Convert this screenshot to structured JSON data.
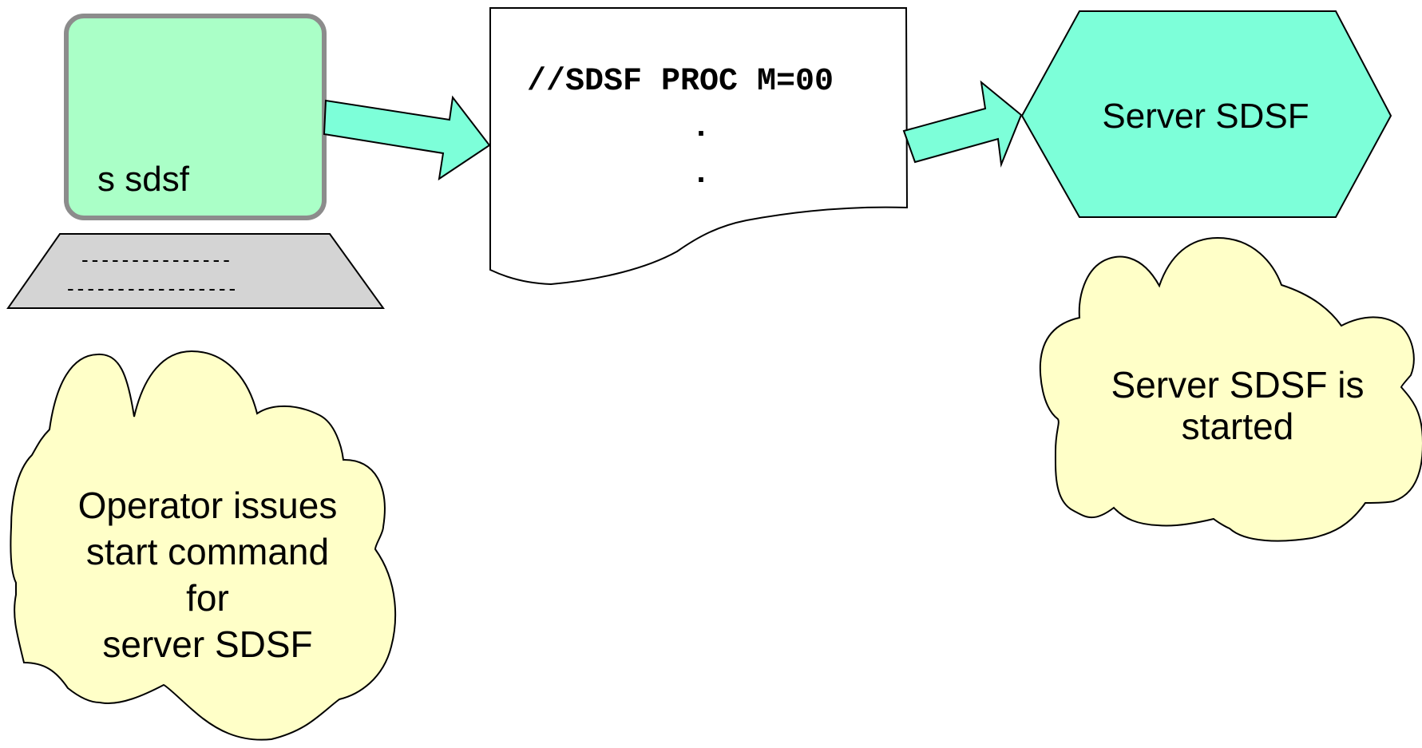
{
  "terminal": {
    "command": "s sdsf",
    "keyboard_row_1": "---------------",
    "keyboard_row_2": "-----------------"
  },
  "proc": {
    "line": "//SDSF PROC M=00",
    "dot_1": ".",
    "dot_2": "."
  },
  "server": {
    "label": "Server SDSF"
  },
  "left_cloud": {
    "lines": [
      "Operator issues",
      "start command",
      "for",
      "server SDSF"
    ]
  },
  "right_cloud": {
    "lines": [
      "Server SDSF is",
      "started"
    ]
  },
  "colors": {
    "screen_fill": "#aaffc7",
    "screen_border": "#8c8c8c",
    "keyboard_fill": "#d4d4d4",
    "arrow_fill": "#7dffd9",
    "hexagon_fill": "#7dffd9",
    "cloud_fill": "#ffffc8",
    "document_fill": "#ffffff",
    "outline": "#000000"
  }
}
